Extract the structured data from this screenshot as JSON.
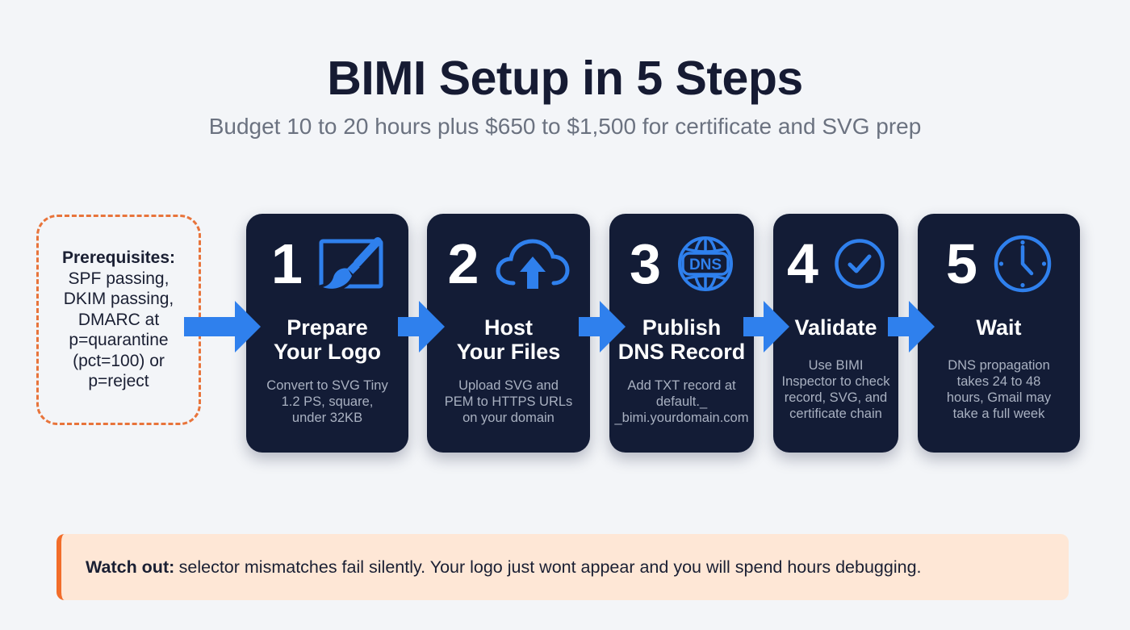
{
  "header": {
    "title": "BIMI Setup in 5 Steps",
    "subtitle": "Budget 10 to 20 hours plus $650 to $1,500 for certificate and SVG prep"
  },
  "prerequisites": {
    "label": "Prerequisites:",
    "lines": [
      "SPF passing,",
      "DKIM passing,",
      "DMARC at",
      "p=quarantine",
      "(pct=100) or",
      "p=reject"
    ]
  },
  "steps": [
    {
      "number": "1",
      "icon": "paintbrush-icon",
      "title": [
        "Prepare",
        "Your Logo"
      ],
      "description": [
        "Convert to SVG Tiny",
        "1.2 PS, square,",
        "under 32KB"
      ]
    },
    {
      "number": "2",
      "icon": "cloud-upload-icon",
      "title": [
        "Host",
        "Your Files"
      ],
      "description": [
        "Upload SVG and",
        "PEM to HTTPS URLs",
        "on your domain"
      ]
    },
    {
      "number": "3",
      "icon": "dns-globe-icon",
      "icon_label": "DNS",
      "title": [
        "Publish",
        "DNS Record"
      ],
      "description": [
        "Add TXT record at",
        "default._",
        "_bimi.yourdomain.com"
      ]
    },
    {
      "number": "4",
      "icon": "check-circle-icon",
      "title": [
        "Validate"
      ],
      "description": [
        "Use BIMI",
        "Inspector to check",
        "record, SVG, and",
        "certificate chain"
      ]
    },
    {
      "number": "5",
      "icon": "clock-icon",
      "title": [
        "Wait"
      ],
      "description": [
        "DNS propagation",
        "takes 24 to 48",
        "hours, Gmail may",
        "take a full week"
      ]
    }
  ],
  "callout": {
    "label": "Watch out:",
    "text": "selector mismatches fail silently. Your logo just wont appear and you will spend hours debugging."
  },
  "colors": {
    "background": "#f3f5f8",
    "title": "#161b33",
    "subtitle": "#6b7280",
    "card": "#131c36",
    "accent_blue": "#2f80ed",
    "card_description": "#a9b1c1",
    "prereq_border": "#e8743b",
    "callout_bg": "#fee7d6",
    "callout_border": "#f26d2a"
  }
}
